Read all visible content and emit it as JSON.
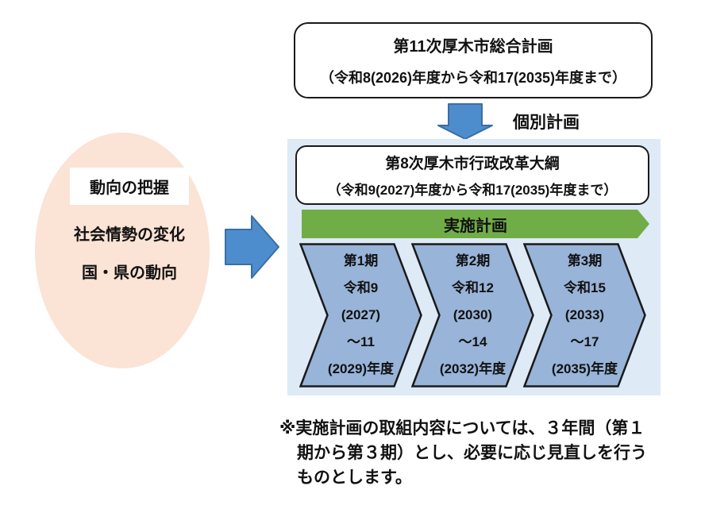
{
  "colors": {
    "text_color": "#111111",
    "shape_stroke": "#1a1a1a",
    "arrow_fill": "#4E8DCD",
    "arrow_stroke": "#3A6EA5",
    "panel_bg": "#DEEAF6",
    "banner_fill": "#70AD47",
    "chevron_fill": "#98B4D8",
    "ellipse_fill": "#FBE3D5"
  },
  "top_box": {
    "title": "第11次厚木市総合計画",
    "subtitle": "（令和8(2026)年度から令和17(2035)年度まで）"
  },
  "connector": {
    "label": "個別計画"
  },
  "ellipse": {
    "label": "動向の把握",
    "items": [
      "社会情勢の変化",
      "国・県の動向"
    ]
  },
  "reform_panel": {
    "title": "第8次厚木市行政改革大綱",
    "subtitle": "（令和9(2027)年度から令和17(2035)年度まで）",
    "banner_label": "実施計画",
    "phases": [
      {
        "lines": [
          "第1期",
          "令和9",
          "(2027)",
          "～11",
          "(2029)年度"
        ]
      },
      {
        "lines": [
          "第2期",
          "令和12",
          "(2030)",
          "～14",
          "(2032)年度"
        ]
      },
      {
        "lines": [
          "第3期",
          "令和15",
          "(2033)",
          "～17",
          "(2035)年度"
        ]
      }
    ]
  },
  "note": {
    "lines": [
      "※実施計画の取組内容については、３年間（第１",
      "期から第３期）とし、必要に応じ見直しを行う",
      "ものとします。"
    ]
  }
}
